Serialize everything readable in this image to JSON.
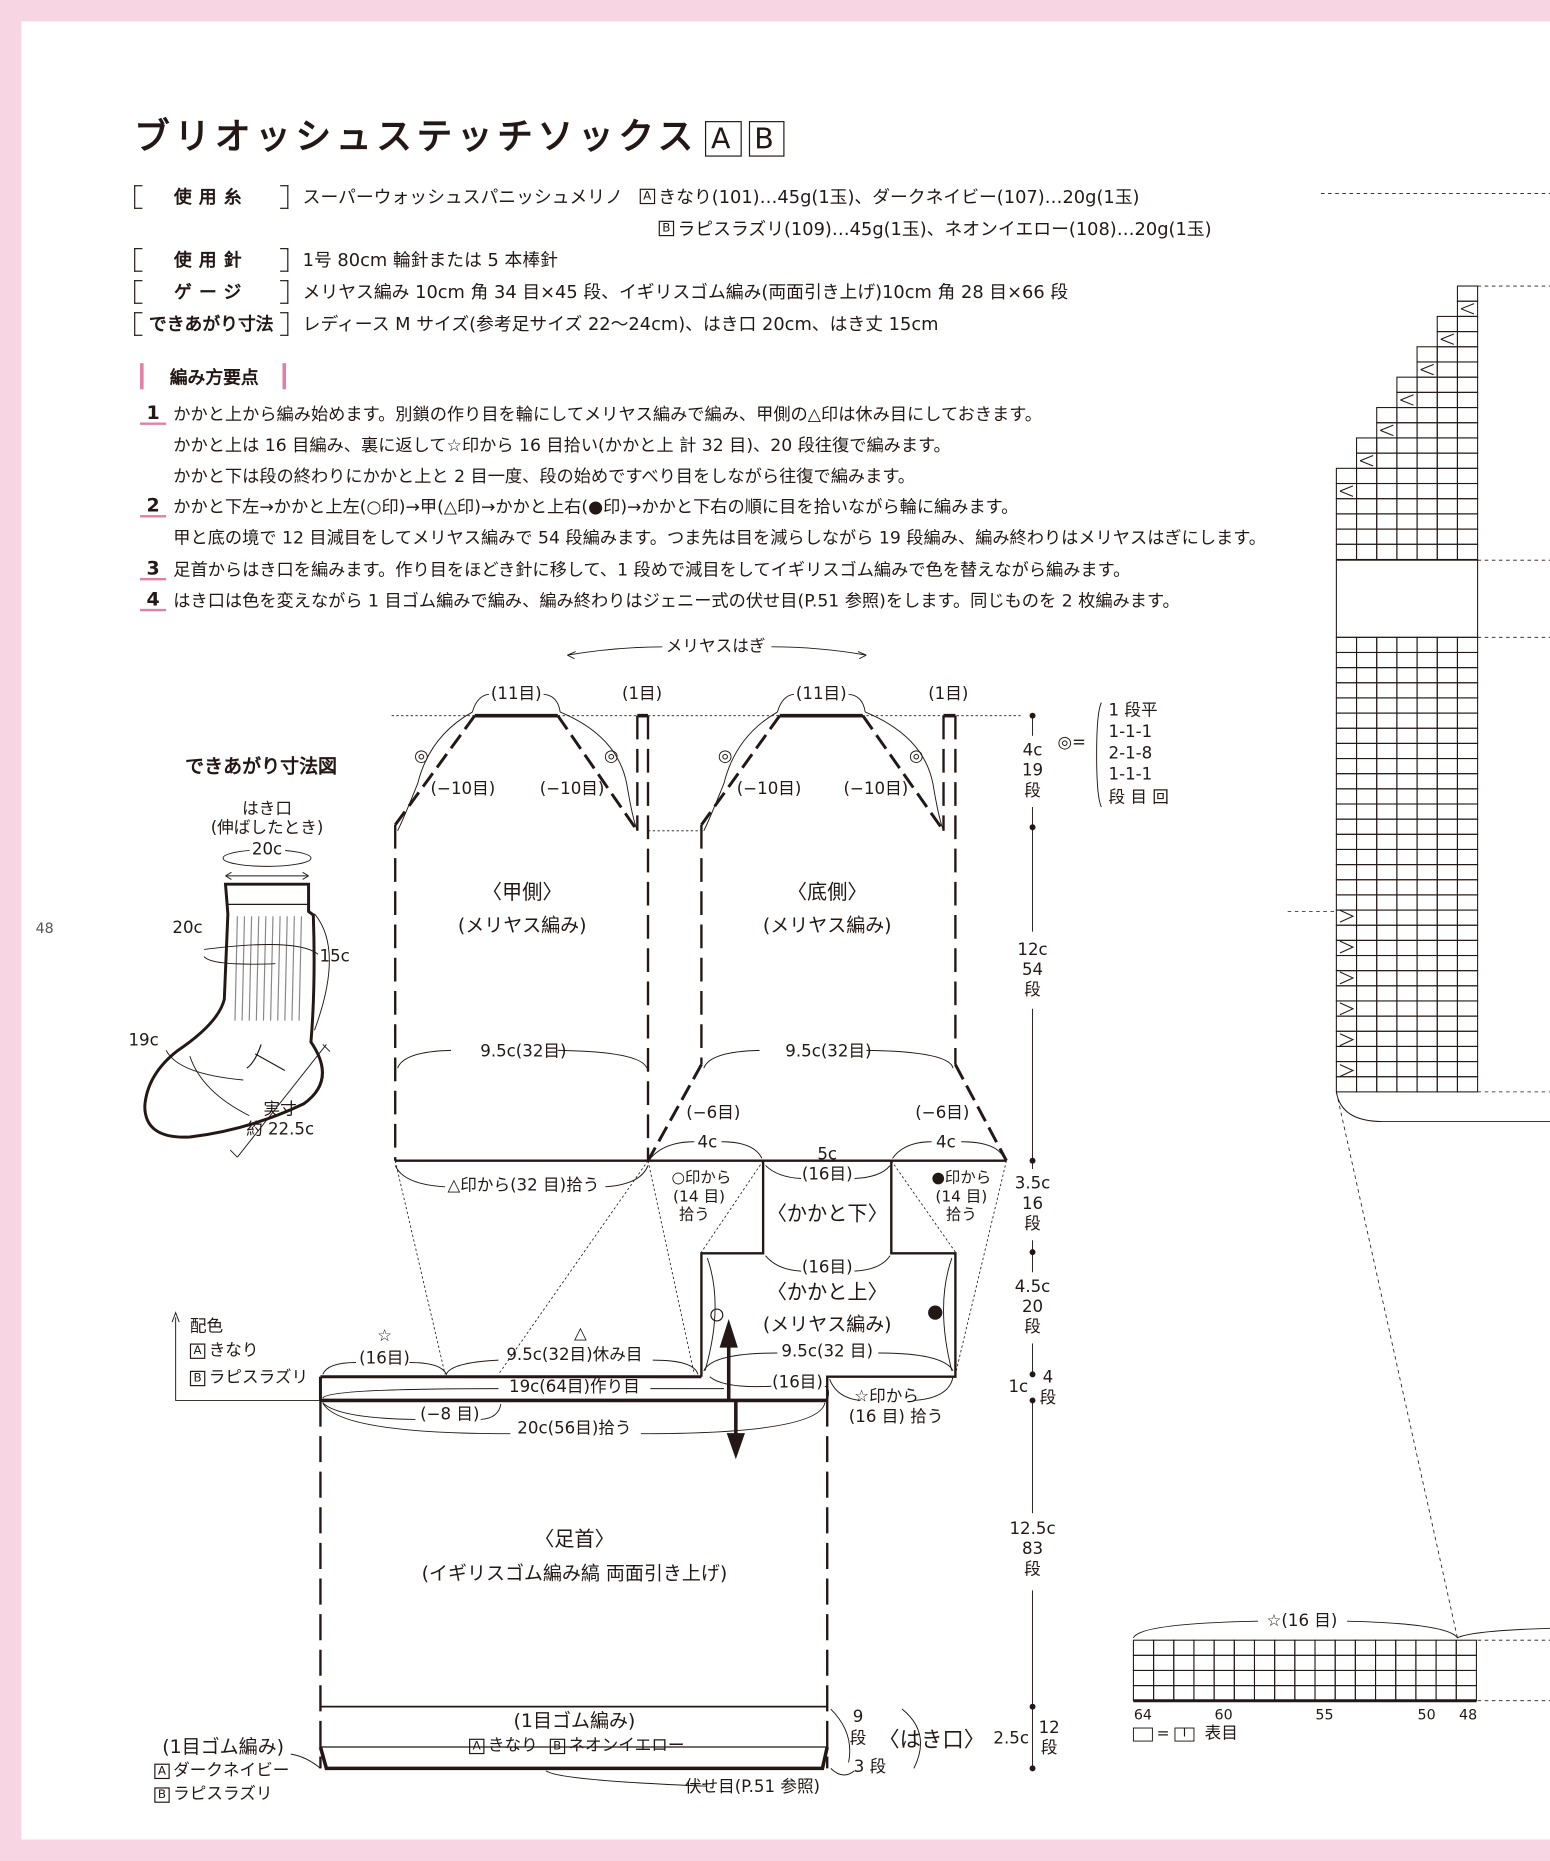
{
  "title": "ブリオッシュステッチソックス",
  "title_badges": [
    "A",
    "B"
  ],
  "specs": {
    "yarn_label": "使用糸",
    "yarn_name": "スーパーウォッシュスパニッシュメリノ",
    "yarn_a_badge": "A",
    "yarn_a": "きなり(101)…45g(1玉)、ダークネイビー(107)…20g(1玉)",
    "yarn_b_badge": "B",
    "yarn_b": "ラピスラズリ(109)…45g(1玉)、ネオンイエロー(108)…20g(1玉)",
    "needle_label": "使用針",
    "needle": "1号 80cm 輪針または 5 本棒針",
    "gauge_label": "ゲージ",
    "gauge": "メリヤス編み 10cm 角 34 目×45 段、イギリスゴム編み(両面引き上げ)10cm 角 28 目×66 段",
    "size_label": "できあがり寸法",
    "size": "レディース M サイズ(参考足サイズ 22～24cm)、はき口 20cm、はき丈 15cm"
  },
  "instructions": {
    "heading": "編み方要点",
    "steps": [
      {
        "num": "1",
        "lines": [
          "かかと上から編み始めます。別鎖の作り目を輪にしてメリヤス編みで編み、甲側の△印は休み目にしておきます。",
          "かかと上は 16 目編み、裏に返して☆印から 16 目拾い(かかと上 計 32 目)、20 段往復で編みます。",
          "かかと下は段の終わりにかかと上と 2 目一度、段の始めですべり目をしながら往復で編みます。"
        ]
      },
      {
        "num": "2",
        "lines": [
          "かかと下左→かかと上左(○印)→甲(△印)→かかと上右(●印)→かかと下右の順に目を拾いながら輪に編みます。",
          "甲と底の境で 12 目減目をしてメリヤス編みで 54 段編みます。つま先は目を減らしながら 19 段編み、編み終わりはメリヤスはぎにします。"
        ]
      },
      {
        "num": "3",
        "lines": [
          "足首からはき口を編みます。作り目をほどき針に移して、1 段めで減目をしてイギリスゴム編みで色を替えながら編みます。"
        ]
      },
      {
        "num": "4",
        "lines": [
          "はき口は色を変えながら 1 目ゴム編みで編み、編み終わりはジェニー式の伏せ目(P.51 参照)をします。同じものを 2 枚編みます。"
        ]
      }
    ]
  },
  "page_number": "48",
  "size_diagram": {
    "title": "できあがり寸法図",
    "opening": "はき口",
    "opening_note": "(伸ばしたとき)",
    "opening_width": "20c",
    "ankle_circ": "20c",
    "leg_height": "15c",
    "foot_circ": "19c",
    "foot_len_label": "実寸",
    "foot_len": "約 22.5c"
  },
  "diagram": {
    "kitchener": "メリヤスはぎ",
    "sts11": "(11目)",
    "sts1": "(1目)",
    "dbl_circle": "◎",
    "dec10": "(−10目)",
    "instep_title": "〈甲側〉",
    "sole_title": "〈底側〉",
    "stockinette": "(メリヤス編み)",
    "width_32": "9.5c(32目)",
    "dec6": "(−6目)",
    "pick_triangle": "△印から(32 目)拾う",
    "heel_4c": "4c",
    "heel_5c": "5c",
    "sts16": "(16目)",
    "pick_circle": [
      "○印から",
      "(14 目)",
      "拾う"
    ],
    "pick_dot": [
      "●印から",
      "(14 目)",
      "拾う"
    ],
    "heel_bottom": "〈かかと下〉",
    "heel_top": "〈かかと上〉",
    "heel_width": "9.5c(32 目)",
    "star": "☆",
    "triangle": "△",
    "rest_sts": "9.5c(32目)休み目",
    "cast_on": "19c(64目)作り目",
    "dec8": "(−8 目)",
    "pick56": "20c(56目)拾う",
    "pick_star": [
      "☆印から",
      "(16 目) 拾う"
    ],
    "ankle_title": "〈足首〉",
    "ankle_sub": "(イギリスゴム編み縞 両面引き上げ)",
    "rib_title": "(1目ゴム編み)",
    "rib_a": "きなり",
    "rib_b": "ネオンイエロー",
    "bind_off": "伏せ目(P.51 参照)",
    "rows9_num": "9",
    "rows_unit": "段",
    "rows3": "3 段",
    "cuff_title": "〈はき口〉",
    "rib_left_title": "(1目ゴム編み)",
    "rib_left_a": "ダークネイビー",
    "rib_left_b": "ラピスラズリ",
    "color_label": "配色",
    "color_a": "きなり",
    "color_b": "ラピスラズリ",
    "badge_a": "A",
    "badge_b": "B",
    "dims": [
      {
        "cm": "4c",
        "rows": "19"
      },
      {
        "cm": "12c",
        "rows": "54"
      },
      {
        "cm": "3.5c",
        "rows": "16"
      },
      {
        "cm": "4.5c",
        "rows": "20"
      },
      {
        "cm": "1c",
        "rows": "4"
      },
      {
        "cm": "12.5c",
        "rows": "83"
      },
      {
        "cm": "2.5c",
        "rows": "12"
      }
    ],
    "dec_rule": {
      "symbol": "◎=",
      "rows": [
        "1 段平",
        "1-1-1",
        "2-1-8",
        "1-1-1"
      ],
      "footer": "段 目 回"
    }
  },
  "chart": {
    "star_label": "☆(16 目)",
    "col_numbers": [
      "64",
      "60",
      "55",
      "50",
      "48"
    ],
    "legend_eq": "=",
    "legend_symbol": "I",
    "legend_label": "表目"
  },
  "colors": {
    "frame": "#f8d5e3",
    "accent": "#e27fa6",
    "ink": "#231815"
  }
}
